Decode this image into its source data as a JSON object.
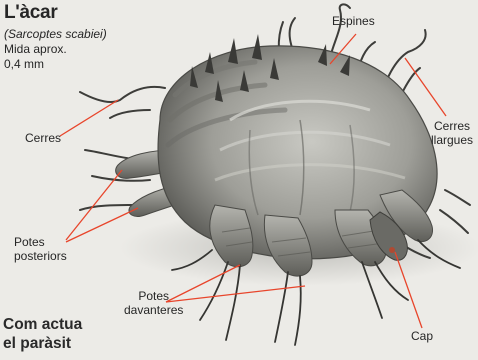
{
  "title": "L'àcar",
  "scientific_name": "(Sarcoptes scabiei)",
  "size_line1": "Mida aprox.",
  "size_line2": "0,4 mm",
  "section_heading_line1": "Com actua",
  "section_heading_line2": "el paràsit",
  "labels": {
    "espines": "Espines",
    "cerres_llargues_line1": "Cerres",
    "cerres_llargues_line2": "llargues",
    "cerres": "Cerres",
    "potes_posteriors_line1": "Potes",
    "potes_posteriors_line2": "posteriors",
    "potes_davanteres_line1": "Potes",
    "potes_davanteres_line2": "davanteres",
    "cap": "Cap"
  },
  "colors": {
    "background": "#ecebe7",
    "leader_line": "#e8452b",
    "mite_body": "#9e9e98",
    "mite_shadow": "#4e4e4a",
    "text": "#262626"
  }
}
